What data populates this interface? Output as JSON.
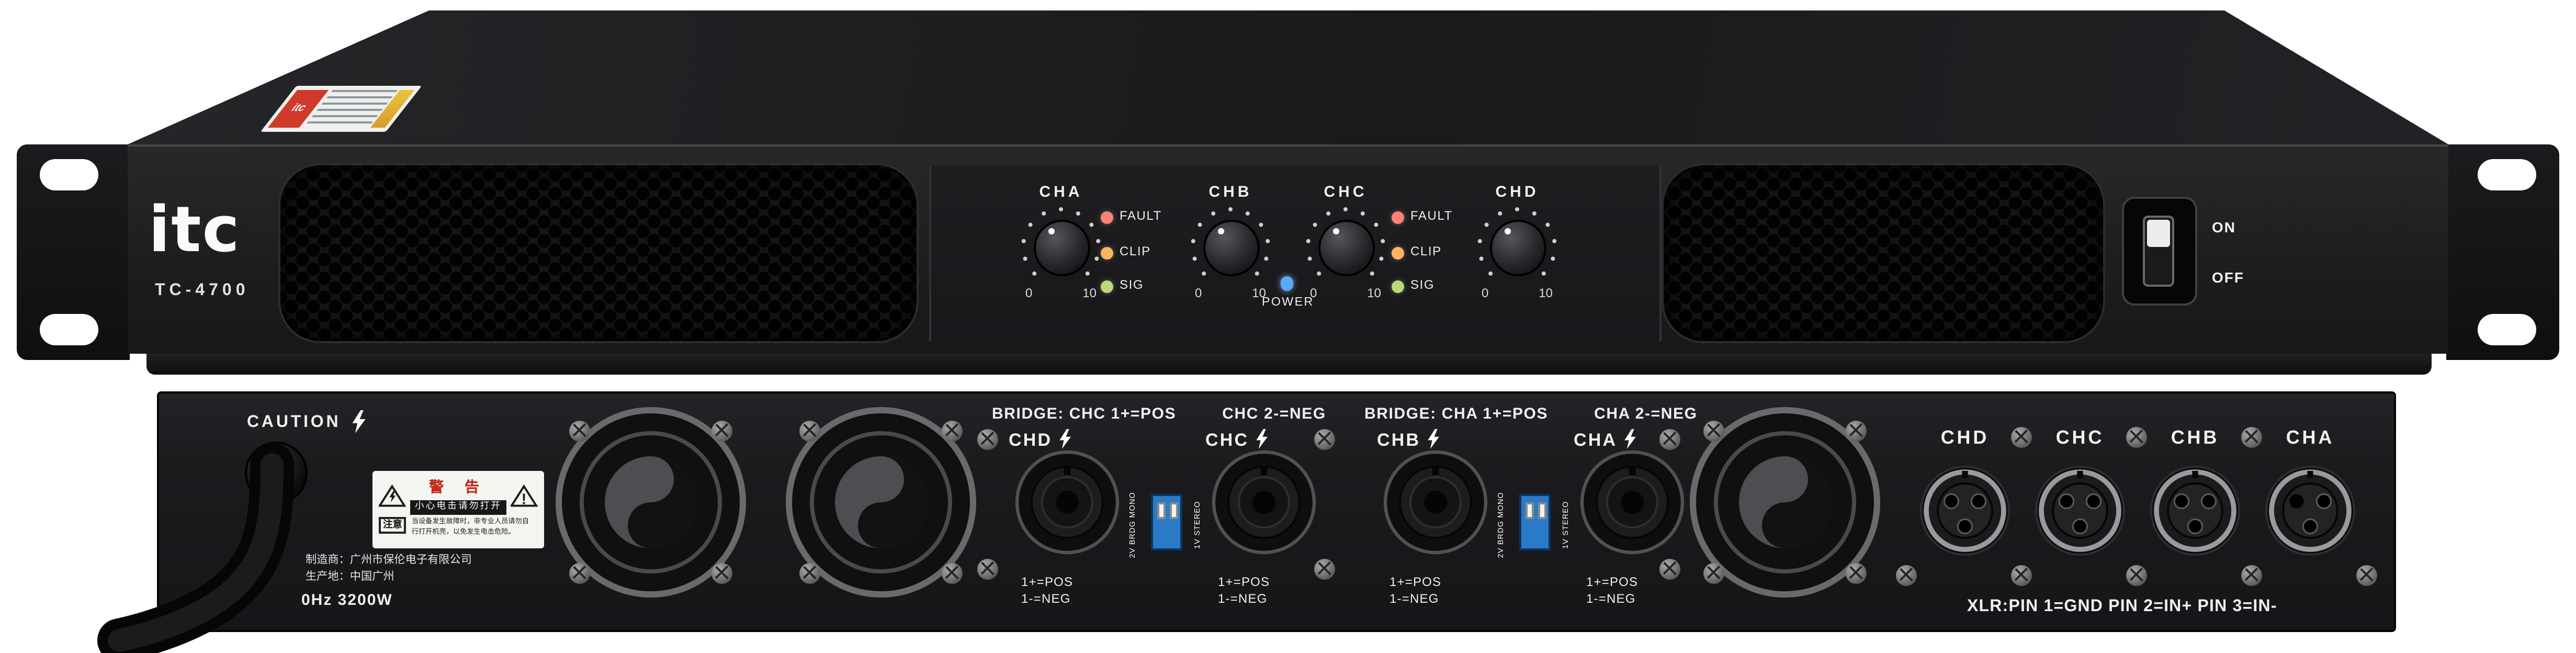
{
  "brand": {
    "logo": "itc",
    "model": "TC-4700",
    "sticker_text": "itc"
  },
  "front": {
    "channels": [
      {
        "label": "CHA",
        "min": "0",
        "max": "10"
      },
      {
        "label": "CHB",
        "min": "0",
        "max": "10"
      },
      {
        "label": "CHC",
        "min": "0",
        "max": "10"
      },
      {
        "label": "CHD",
        "min": "0",
        "max": "10"
      }
    ],
    "led_groups": [
      {
        "leds": [
          {
            "label": "FAULT",
            "color": "#ff8177"
          },
          {
            "label": "CLIP",
            "color": "#ffb35e"
          },
          {
            "label": "SIG",
            "color": "#bcd977"
          }
        ]
      },
      {
        "leds": [
          {
            "label": "FAULT",
            "color": "#ff8177"
          },
          {
            "label": "CLIP",
            "color": "#ffb35e"
          },
          {
            "label": "SIG",
            "color": "#bcd977"
          }
        ]
      }
    ],
    "power_indicator": {
      "label": "POWER",
      "color": "#5aa9ff"
    },
    "power_switch": {
      "on_label": "ON",
      "off_label": "OFF"
    }
  },
  "rear": {
    "caution_label": "CAUTION",
    "warning_label": {
      "title": "警 告",
      "subtitle": "小心电击请勿打开",
      "note_title": "注意",
      "note_line1": "当设备发生故障时，非专业人员请勿自",
      "note_line2": "行打开机壳，以免发生电击危险。"
    },
    "manufacturer_line1": "制造商：广州市保伦电子有限公司",
    "manufacturer_line2": "生产地：中国广州",
    "power_rating": "0Hz 3200W",
    "bridge_headers": [
      {
        "part1": "BRIDGE: CHC 1+=POS",
        "part2": "CHC 2-=NEG"
      },
      {
        "part1": "BRIDGE: CHA 1+=POS",
        "part2": "CHA 2-=NEG"
      }
    ],
    "speakon": {
      "connector_labels": [
        "CHD",
        "CHC",
        "CHB",
        "CHA"
      ],
      "pin_line1": "1+=POS",
      "pin_line2": "1-=NEG",
      "dip_left_label": "2V BRDG MONO",
      "dip_right_label": "1V STEREO",
      "dip_color": "#2a7ac6"
    },
    "xlr": {
      "labels": [
        "CHD",
        "CHC",
        "CHB",
        "CHA"
      ],
      "pin_note": "XLR:PIN 1=GND PIN 2=IN+ PIN 3=IN-"
    }
  }
}
